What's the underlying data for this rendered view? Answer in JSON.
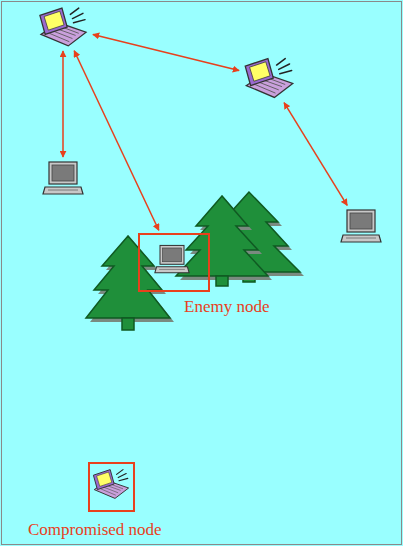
{
  "diagram": {
    "nodes": [
      {
        "text": []
      },
      {
        "text": []
      },
      {
        "text": []
      },
      {
        "text": [
          "Enemy node"
        ]
      },
      {
        "text": []
      },
      {
        "text": [
          "Compromised node"
        ]
      }
    ],
    "edges": [
      {
        "from": 0,
        "to": 1,
        "arrow": "both"
      },
      {
        "from": 0,
        "to": 2,
        "arrow": "both"
      },
      {
        "from": 0,
        "to": 3,
        "arrow": "both"
      },
      {
        "from": 1,
        "to": 4,
        "arrow": "both"
      }
    ]
  }
}
